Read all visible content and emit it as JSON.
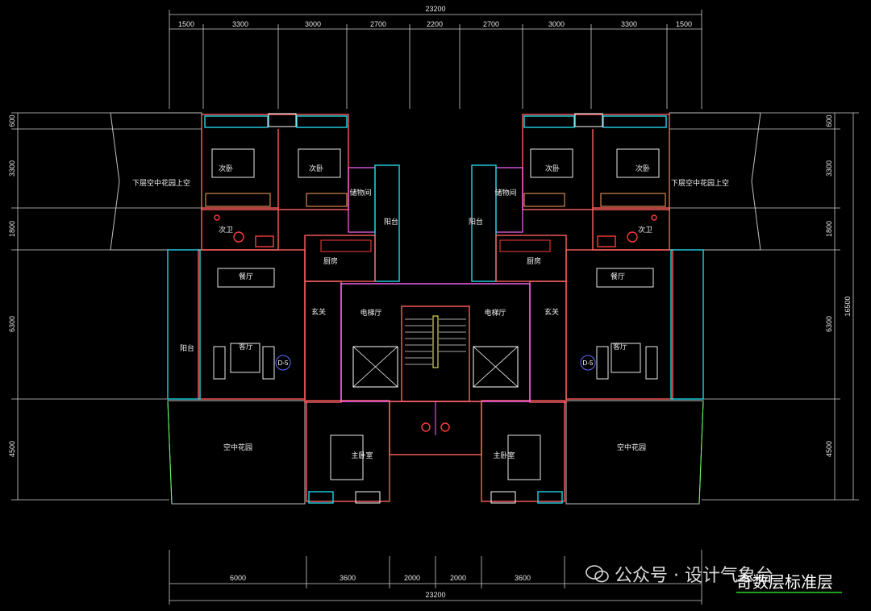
{
  "dims": {
    "top_total": "23200",
    "top": [
      "1500",
      "3300",
      "3000",
      "2700",
      "2200",
      "2700",
      "3000",
      "3300",
      "1500"
    ],
    "bottom_total": "23200",
    "bottom": [
      "6000",
      "3600",
      "2000",
      "2000",
      "3600"
    ],
    "left": [
      "600",
      "3300",
      "1800",
      "6300",
      "4500"
    ],
    "right": [
      "600",
      "3300",
      "1800",
      "6300",
      "4500"
    ],
    "right_total": "16500"
  },
  "rooms": {
    "secondary_bedroom": "次卧",
    "storage": "储物间",
    "balcony": "阳台",
    "lower_sky_garden": "下层空中花园上空",
    "bathroom": "次卫",
    "kitchen": "厨房",
    "dining": "餐厅",
    "foyer": "玄关",
    "elevator_hall": "电梯厅",
    "living": "客厅",
    "sky_garden": "空中花园",
    "master_bedroom": "主卧室"
  },
  "unit_tag": "D-5",
  "watermark": "公众号 · 设计气象台",
  "caption": "奇数层标准层",
  "colors": {
    "wall": "#ff5f5f",
    "cyan": "#22d4e6",
    "magenta": "#ff66ff",
    "green": "#5cff5c",
    "white": "#ffffff",
    "grey": "#bfbfbf",
    "yellow": "#ffff66"
  }
}
